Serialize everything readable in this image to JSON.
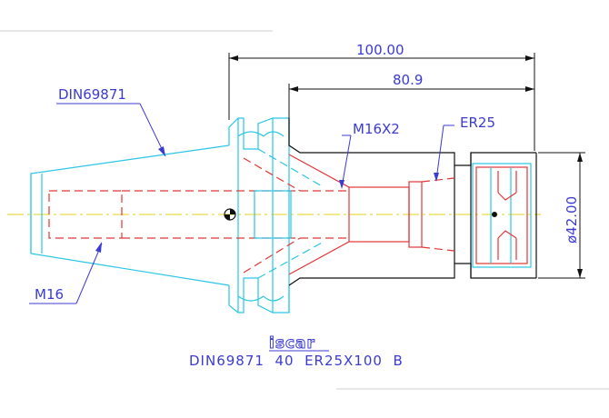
{
  "dimensions": {
    "overall_length": "100.00",
    "gauge_length": "80.9",
    "diameter": "ø42.00"
  },
  "callouts": {
    "standard": "DIN69871",
    "thread_rear": "M16",
    "thread_inner": "M16X2",
    "collet": "ER25"
  },
  "brand": {
    "logo_text": "iscar"
  },
  "title": "DIN69871  40  ER25X100  B",
  "colors": {
    "outline": "#29c6e6",
    "hidden": "#e33636",
    "annotation": "#3b3bd4",
    "centerline": "#e6d21a",
    "dimension": "#111111"
  }
}
